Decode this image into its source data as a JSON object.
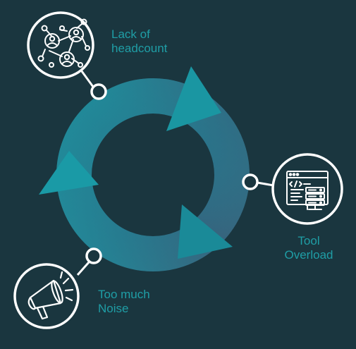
{
  "diagram": {
    "type": "cycle",
    "items": [
      {
        "id": "headcount",
        "lines": [
          "Lack of",
          "headcount"
        ],
        "icon": "network-people-icon"
      },
      {
        "id": "tool",
        "lines": [
          "Tool",
          "Overload"
        ],
        "icon": "code-window-server-icon"
      },
      {
        "id": "noise",
        "lines": [
          "Too much",
          "Noise"
        ],
        "icon": "megaphone-icon"
      }
    ],
    "colors": {
      "background": "#1a363f",
      "accent": "#1f9ea6",
      "ring_dark": "#3d5e78",
      "icon": "#ffffff"
    }
  }
}
